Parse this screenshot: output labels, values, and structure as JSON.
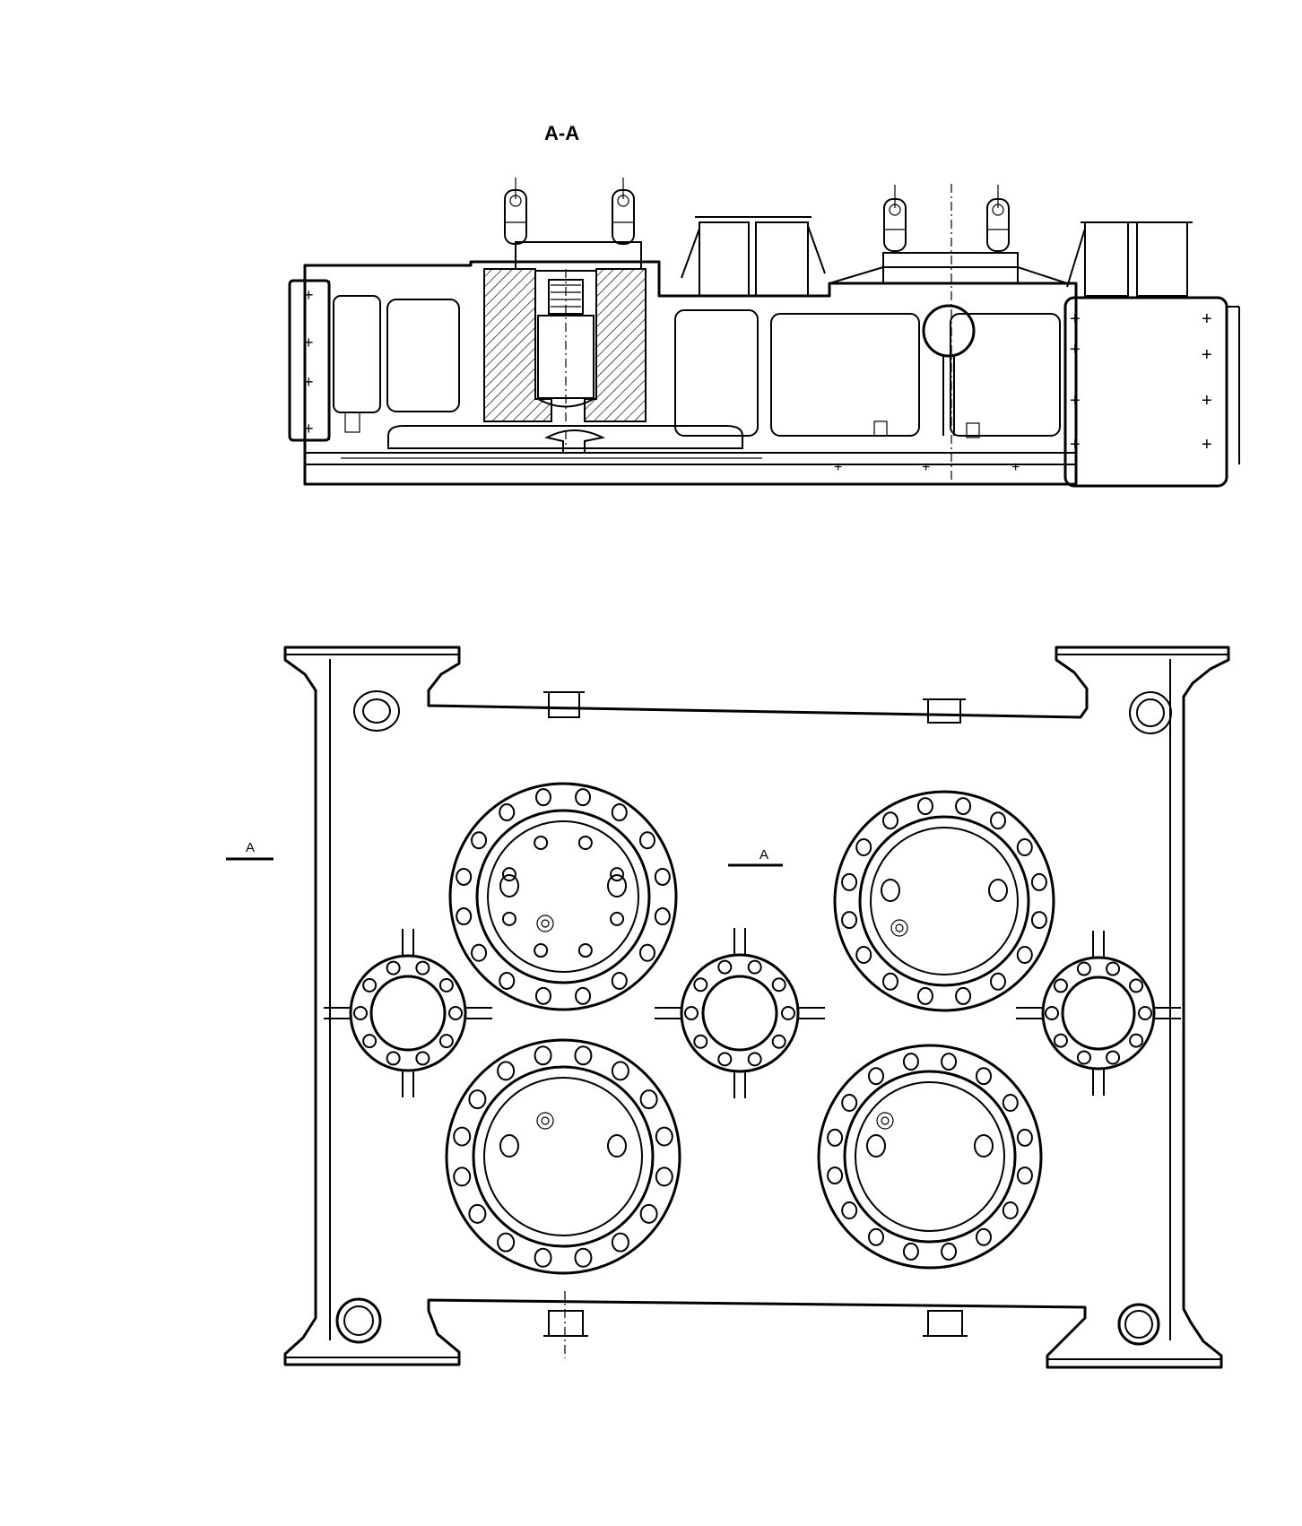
{
  "section_view": {
    "title": "A-A"
  },
  "plan_view": {
    "cut_mark_left": "A",
    "cut_mark_center": "A"
  }
}
